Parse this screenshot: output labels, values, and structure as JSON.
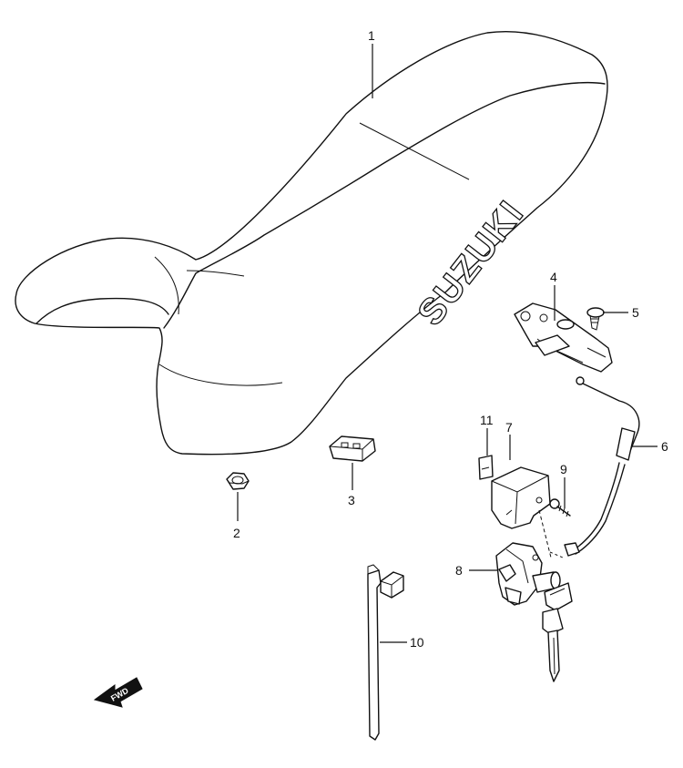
{
  "diagram": {
    "logo_text": "SUZUKI",
    "fwd_label": "FWD",
    "callouts": [
      {
        "id": "1",
        "label": "1"
      },
      {
        "id": "2",
        "label": "2"
      },
      {
        "id": "3",
        "label": "3"
      },
      {
        "id": "4",
        "label": "4"
      },
      {
        "id": "5",
        "label": "5"
      },
      {
        "id": "6",
        "label": "6"
      },
      {
        "id": "7",
        "label": "7"
      },
      {
        "id": "8",
        "label": "8"
      },
      {
        "id": "9",
        "label": "9"
      },
      {
        "id": "10",
        "label": "10"
      },
      {
        "id": "11",
        "label": "11"
      }
    ]
  }
}
